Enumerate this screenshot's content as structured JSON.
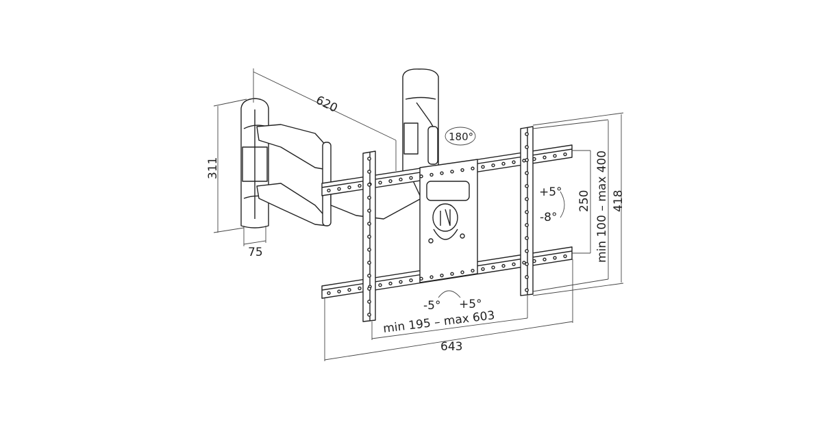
{
  "diagram": {
    "title": "TV wall mount dimensional drawing",
    "labels": {
      "arm_length": "620",
      "wall_plate_height": "311",
      "wall_plate_width": "75",
      "swivel": "180°",
      "tilt_up": "+5°",
      "tilt_down": "-8°",
      "rail_spacing": "250",
      "vesa_vertical": "min 100 – max 400",
      "bracket_height": "418",
      "roll_left": "-5°",
      "roll_right": "+5°",
      "vesa_horizontal": "min 195 – max 603",
      "bracket_width": "643"
    },
    "colors": {
      "line": "#222222",
      "background": "#ffffff"
    }
  }
}
